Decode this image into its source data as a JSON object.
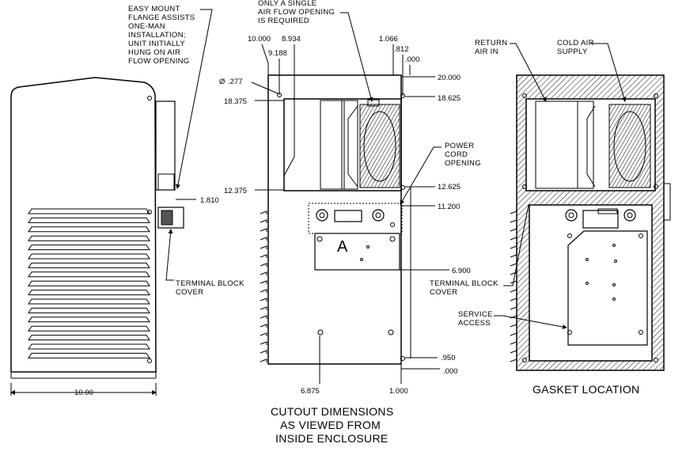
{
  "side_view": {
    "mount_note": [
      "EASY MOUNT",
      "FLANGE ASSISTS",
      "ONE-MAN",
      "INSTALLATION;",
      "UNIT INITIALLY",
      "HUNG ON AIR",
      "FLOW OPENING"
    ],
    "terminal_note": [
      "TERMINAL BLOCK",
      "COVER"
    ],
    "dim_1810": "1.810",
    "dim_width": "10.00"
  },
  "cutout_view": {
    "airflow_note": [
      "ONLY A SINGLE",
      "AIR FLOW OPENING",
      "IS REQUIRED"
    ],
    "power_note": [
      "POWER",
      "CORD",
      "OPENING"
    ],
    "terminal_note": [
      "TERMINAL BLOCK",
      "COVER"
    ],
    "diameter_symbol": "Ø",
    "dims": {
      "d10000": "10.000",
      "d8934": "8.934",
      "d9188": "9.188",
      "d1066": "1.066",
      "d812": ".812",
      "d000top": ".000",
      "d20000": "20.000",
      "d277": ".277",
      "d18375": "18.375",
      "d18625": "18.625",
      "d12375": "12.375",
      "d12625": "12.625",
      "d11200": "11.200",
      "d6900": "6.900",
      "d950": ".950",
      "d000bot": ".000",
      "d6875": "6.875",
      "d1000": "1.000"
    },
    "panel_letter": "A",
    "caption": [
      "CUTOUT DIMENSIONS",
      "AS VIEWED FROM",
      "INSIDE ENCLOSURE"
    ]
  },
  "gasket_view": {
    "return_note": [
      "RETURN",
      "AIR IN"
    ],
    "supply_note": [
      "COLD AIR",
      "SUPPLY"
    ],
    "service_note": [
      "SERVICE",
      "ACCESS"
    ],
    "caption": "GASKET LOCATION"
  }
}
